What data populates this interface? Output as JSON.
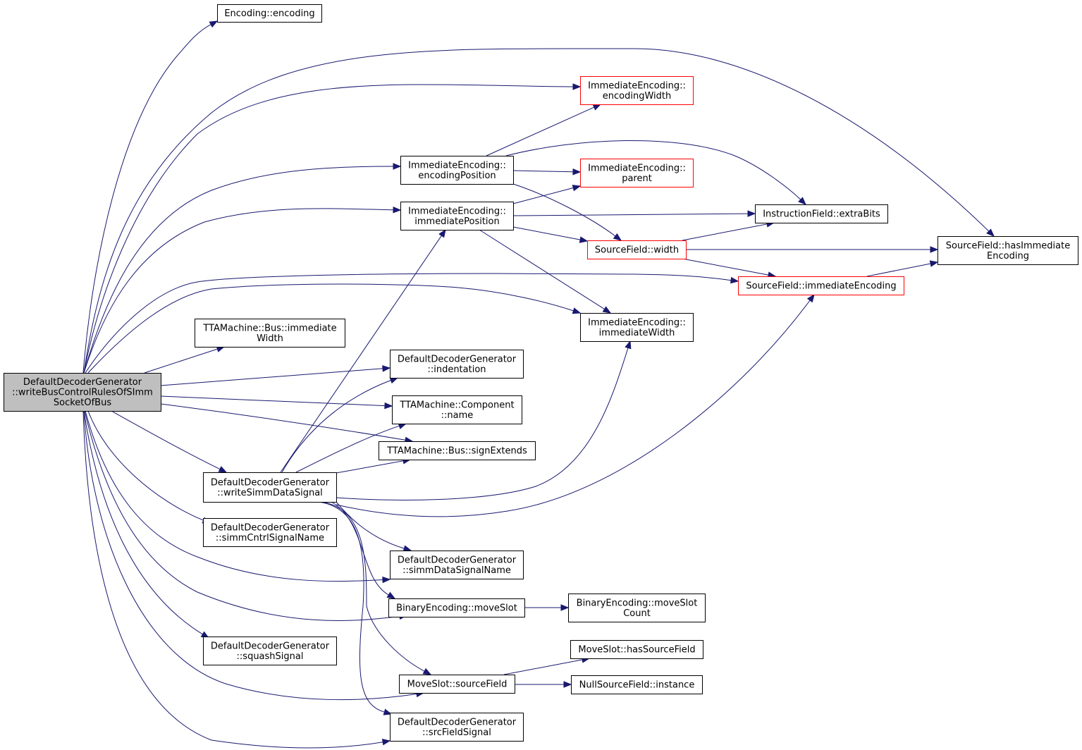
{
  "colors": {
    "edge": "#191970",
    "border_default": "#000000",
    "border_truncated": "#ff0000",
    "fill_root": "#bfbfbf",
    "fill_default": "#ffffff"
  },
  "nodes": [
    {
      "id": "root",
      "lines": [
        "DefaultDecoderGenerator",
        "::writeBusControlRulesOfSImm",
        "SocketOfBus"
      ],
      "style": "root"
    },
    {
      "id": "enc_encoding",
      "lines": [
        "Encoding::encoding"
      ],
      "style": "normal"
    },
    {
      "id": "ie_encodingWidth",
      "lines": [
        "ImmediateEncoding::",
        "encodingWidth"
      ],
      "style": "truncated"
    },
    {
      "id": "ie_encodingPosition",
      "lines": [
        "ImmediateEncoding::",
        "encodingPosition"
      ],
      "style": "normal"
    },
    {
      "id": "ie_parent",
      "lines": [
        "ImmediateEncoding::",
        "parent"
      ],
      "style": "truncated"
    },
    {
      "id": "if_extraBits",
      "lines": [
        "InstructionField::extraBits"
      ],
      "style": "normal"
    },
    {
      "id": "ie_immediatePosition",
      "lines": [
        "ImmediateEncoding::",
        "immediatePosition"
      ],
      "style": "normal"
    },
    {
      "id": "sf_width",
      "lines": [
        "SourceField::width"
      ],
      "style": "truncated"
    },
    {
      "id": "sf_hasImmediateEncoding",
      "lines": [
        "SourceField::hasImmediate",
        "Encoding"
      ],
      "style": "normal"
    },
    {
      "id": "sf_immediateEncoding",
      "lines": [
        "SourceField::immediateEncoding"
      ],
      "style": "truncated"
    },
    {
      "id": "ie_immediateWidth",
      "lines": [
        "ImmediateEncoding::",
        "immediateWidth"
      ],
      "style": "normal"
    },
    {
      "id": "bus_immediateWidth",
      "lines": [
        "TTAMachine::Bus::immediate",
        "Width"
      ],
      "style": "normal"
    },
    {
      "id": "ddg_indentation",
      "lines": [
        "DefaultDecoderGenerator",
        "::indentation"
      ],
      "style": "normal"
    },
    {
      "id": "comp_name",
      "lines": [
        "TTAMachine::Component",
        "::name"
      ],
      "style": "normal"
    },
    {
      "id": "bus_signExtends",
      "lines": [
        "TTAMachine::Bus::signExtends"
      ],
      "style": "normal"
    },
    {
      "id": "ddg_writeSimmDataSignal",
      "lines": [
        "DefaultDecoderGenerator",
        "::writeSimmDataSignal"
      ],
      "style": "normal"
    },
    {
      "id": "ddg_simmCntrlSignalName",
      "lines": [
        "DefaultDecoderGenerator",
        "::simmCntrlSignalName"
      ],
      "style": "normal"
    },
    {
      "id": "ddg_simmDataSignalName",
      "lines": [
        "DefaultDecoderGenerator",
        "::simmDataSignalName"
      ],
      "style": "normal"
    },
    {
      "id": "be_moveSlot",
      "lines": [
        "BinaryEncoding::moveSlot"
      ],
      "style": "normal"
    },
    {
      "id": "be_moveSlotCount",
      "lines": [
        "BinaryEncoding::moveSlot",
        "Count"
      ],
      "style": "normal"
    },
    {
      "id": "ddg_squashSignal",
      "lines": [
        "DefaultDecoderGenerator",
        "::squashSignal"
      ],
      "style": "normal"
    },
    {
      "id": "ms_hasSourceField",
      "lines": [
        "MoveSlot::hasSourceField"
      ],
      "style": "normal"
    },
    {
      "id": "ms_sourceField",
      "lines": [
        "MoveSlot::sourceField"
      ],
      "style": "normal"
    },
    {
      "id": "nsf_instance",
      "lines": [
        "NullSourceField::instance"
      ],
      "style": "normal"
    },
    {
      "id": "ddg_srcFieldSignal",
      "lines": [
        "DefaultDecoderGenerator",
        "::srcFieldSignal"
      ],
      "style": "normal"
    }
  ],
  "edges": [
    [
      "root",
      "enc_encoding"
    ],
    [
      "root",
      "sf_hasImmediateEncoding"
    ],
    [
      "root",
      "ie_encodingWidth"
    ],
    [
      "root",
      "ie_encodingPosition"
    ],
    [
      "root",
      "ie_immediatePosition"
    ],
    [
      "root",
      "sf_immediateEncoding"
    ],
    [
      "root",
      "ie_immediateWidth"
    ],
    [
      "root",
      "bus_immediateWidth"
    ],
    [
      "root",
      "ddg_indentation"
    ],
    [
      "root",
      "comp_name"
    ],
    [
      "root",
      "bus_signExtends"
    ],
    [
      "root",
      "ddg_writeSimmDataSignal"
    ],
    [
      "root",
      "ddg_simmCntrlSignalName"
    ],
    [
      "root",
      "ddg_simmDataSignalName"
    ],
    [
      "root",
      "be_moveSlot"
    ],
    [
      "root",
      "ddg_squashSignal"
    ],
    [
      "root",
      "ms_sourceField"
    ],
    [
      "root",
      "ddg_srcFieldSignal"
    ],
    [
      "ie_encodingPosition",
      "ie_encodingWidth"
    ],
    [
      "ie_encodingPosition",
      "ie_parent"
    ],
    [
      "ie_encodingPosition",
      "if_extraBits"
    ],
    [
      "ie_encodingPosition",
      "sf_width"
    ],
    [
      "ie_immediatePosition",
      "ie_parent"
    ],
    [
      "ie_immediatePosition",
      "if_extraBits"
    ],
    [
      "ie_immediatePosition",
      "sf_width"
    ],
    [
      "ie_immediatePosition",
      "ie_immediateWidth"
    ],
    [
      "sf_width",
      "if_extraBits"
    ],
    [
      "sf_width",
      "sf_hasImmediateEncoding"
    ],
    [
      "sf_width",
      "sf_immediateEncoding"
    ],
    [
      "sf_immediateEncoding",
      "sf_hasImmediateEncoding"
    ],
    [
      "ddg_writeSimmDataSignal",
      "ie_immediatePosition"
    ],
    [
      "ddg_writeSimmDataSignal",
      "ddg_indentation"
    ],
    [
      "ddg_writeSimmDataSignal",
      "comp_name"
    ],
    [
      "ddg_writeSimmDataSignal",
      "bus_signExtends"
    ],
    [
      "ddg_writeSimmDataSignal",
      "ie_immediateWidth"
    ],
    [
      "ddg_writeSimmDataSignal",
      "sf_immediateEncoding"
    ],
    [
      "ddg_writeSimmDataSignal",
      "ddg_simmDataSignalName"
    ],
    [
      "ddg_writeSimmDataSignal",
      "be_moveSlot"
    ],
    [
      "ddg_writeSimmDataSignal",
      "ms_sourceField"
    ],
    [
      "ddg_writeSimmDataSignal",
      "ddg_srcFieldSignal"
    ],
    [
      "be_moveSlot",
      "be_moveSlotCount"
    ],
    [
      "ms_sourceField",
      "ms_hasSourceField"
    ],
    [
      "ms_sourceField",
      "nsf_instance"
    ]
  ]
}
